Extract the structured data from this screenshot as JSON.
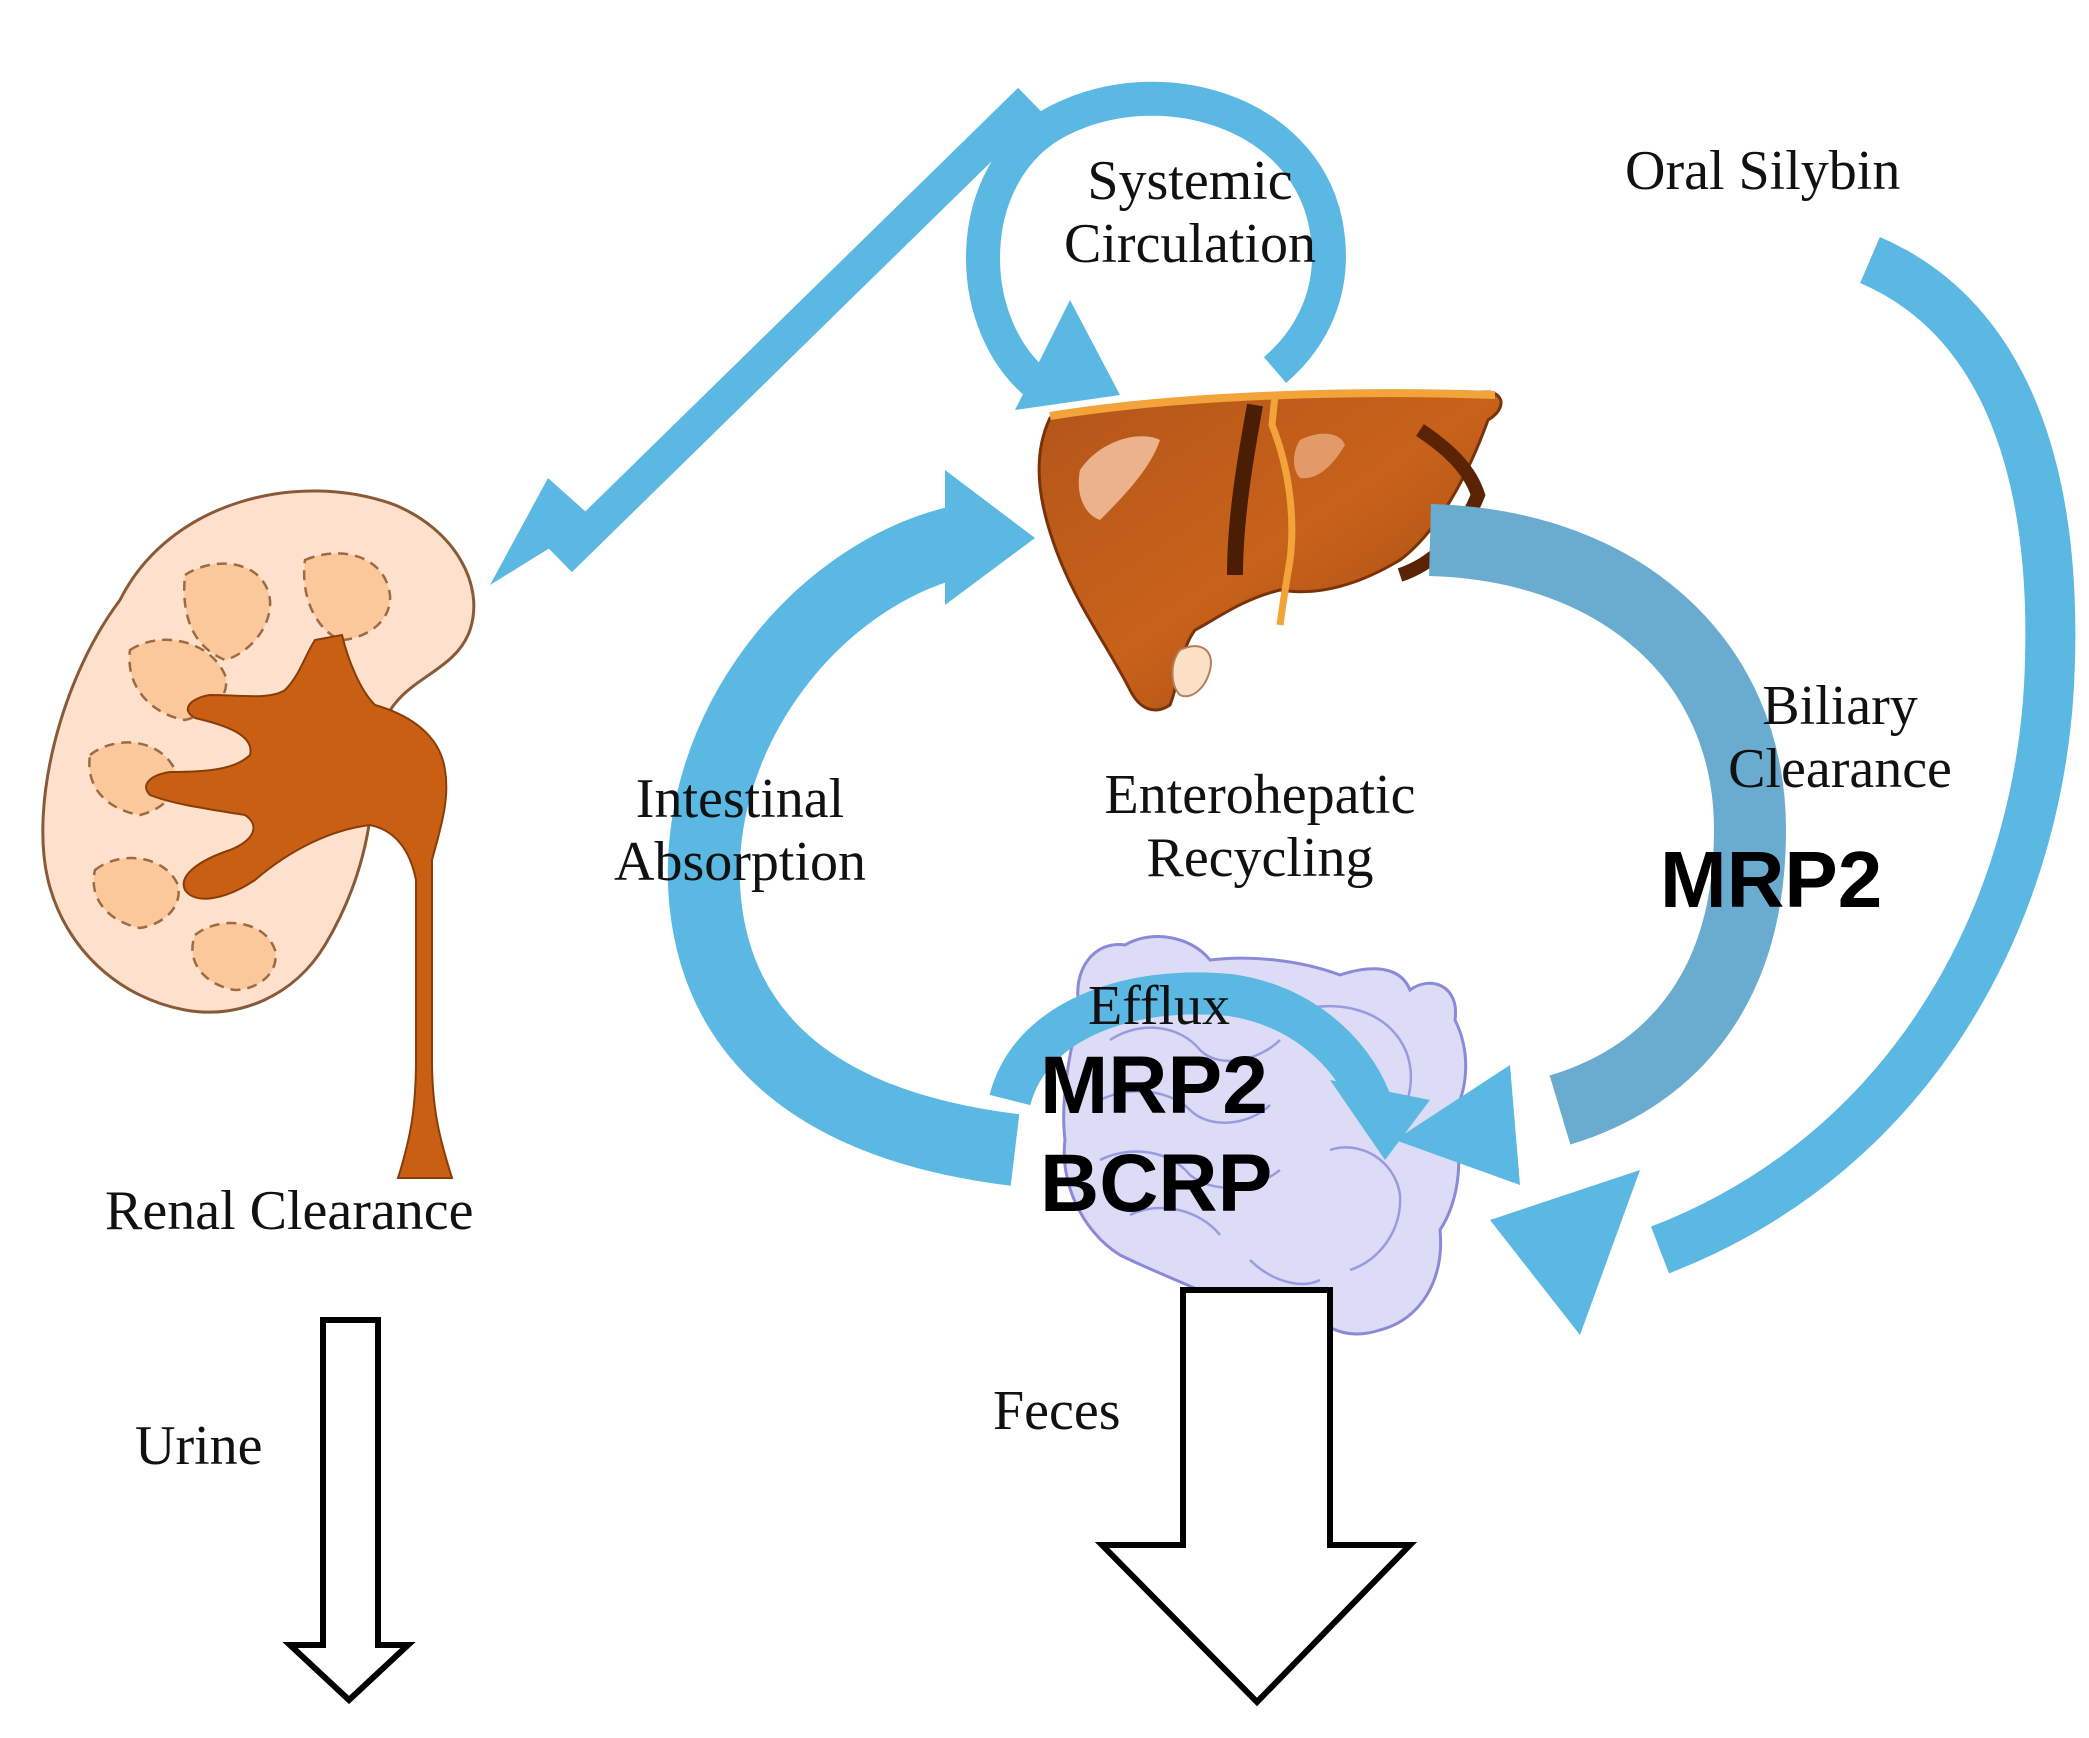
{
  "labels": {
    "systemic_line1": "Systemic",
    "systemic_line2": "Circulation",
    "oral_silybin": "Oral Silybin",
    "intestinal_line1": "Intestinal",
    "intestinal_line2": "Absorption",
    "enterohepatic_line1": "Enterohepatic",
    "enterohepatic_line2": "Recycling",
    "biliary_line1": "Biliary",
    "biliary_line2": "Clearance",
    "biliary_transporter": "MRP2",
    "efflux": "Efflux",
    "efflux_transporter_1": "MRP2",
    "efflux_transporter_2": "BCRP",
    "renal_clearance": "Renal Clearance",
    "urine": "Urine",
    "feces": "Feces"
  },
  "colors": {
    "flow_arrow_light": "#5ab8e2",
    "flow_arrow_dark": "#4aa3cf",
    "flow_arrow_gray": "#6aacd0",
    "liver": "#c8621a",
    "liver_highlight": "#e08a4a",
    "liver_edge": "#f2a33a",
    "kidney_outer": "#fde1cc",
    "kidney_pyramid": "#fbc89c",
    "kidney_pelvis": "#c85f12",
    "intestine": "#dcdcf6",
    "intestine_edge": "#8a8ad8"
  }
}
